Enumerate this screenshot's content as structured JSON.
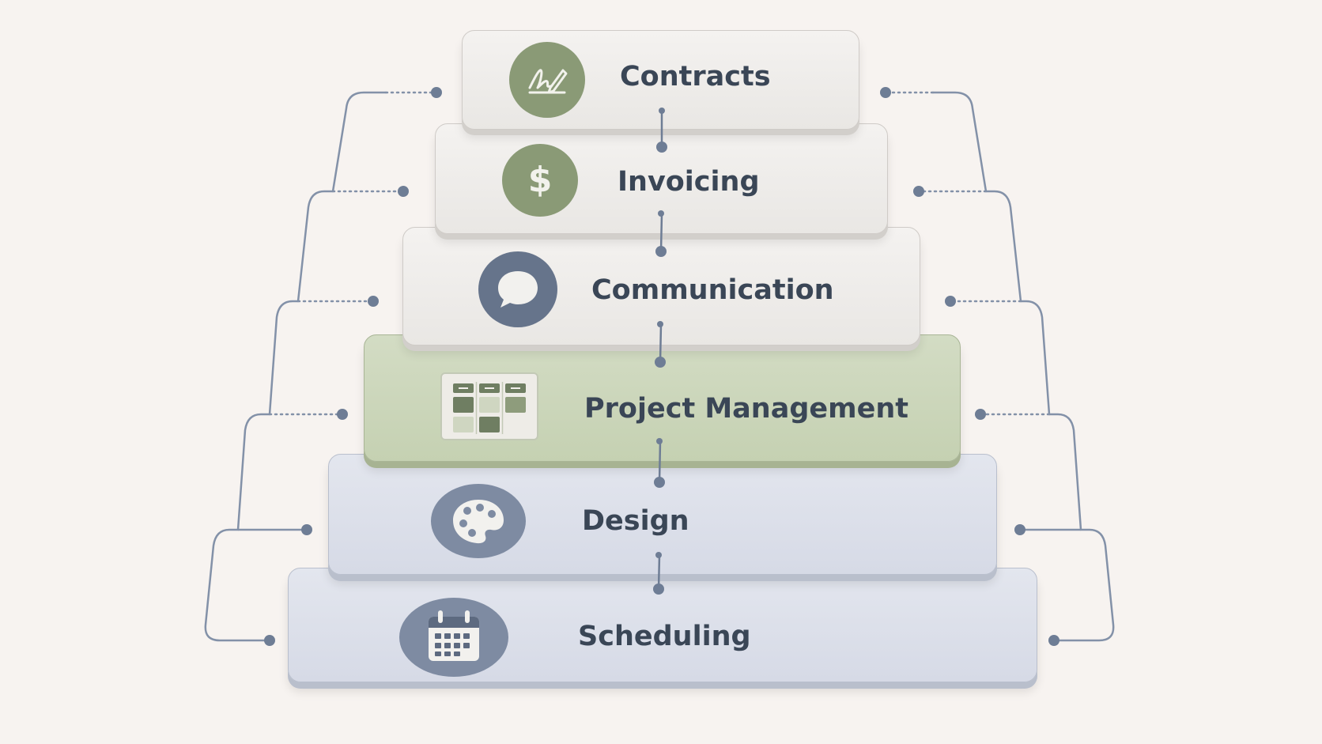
{
  "colors": {
    "background": "#f7f3f0",
    "label_text": "#3a4656",
    "connector": "#8391a8",
    "green_badge": "#8a9a76",
    "slate_badge": "#66748b",
    "tier_green": "#c9d4b7",
    "tier_blue": "#dadde8",
    "tier_white": "#eeece9"
  },
  "tiers": [
    {
      "label": "Contracts",
      "icon": "signature-icon",
      "tone": "white"
    },
    {
      "label": "Invoicing",
      "icon": "dollar-icon",
      "tone": "white"
    },
    {
      "label": "Communication",
      "icon": "speech-bubble-icon",
      "tone": "white"
    },
    {
      "label": "Project Management",
      "icon": "kanban-board-icon",
      "tone": "green"
    },
    {
      "label": "Design",
      "icon": "palette-icon",
      "tone": "blue"
    },
    {
      "label": "Scheduling",
      "icon": "calendar-icon",
      "tone": "blue"
    }
  ]
}
